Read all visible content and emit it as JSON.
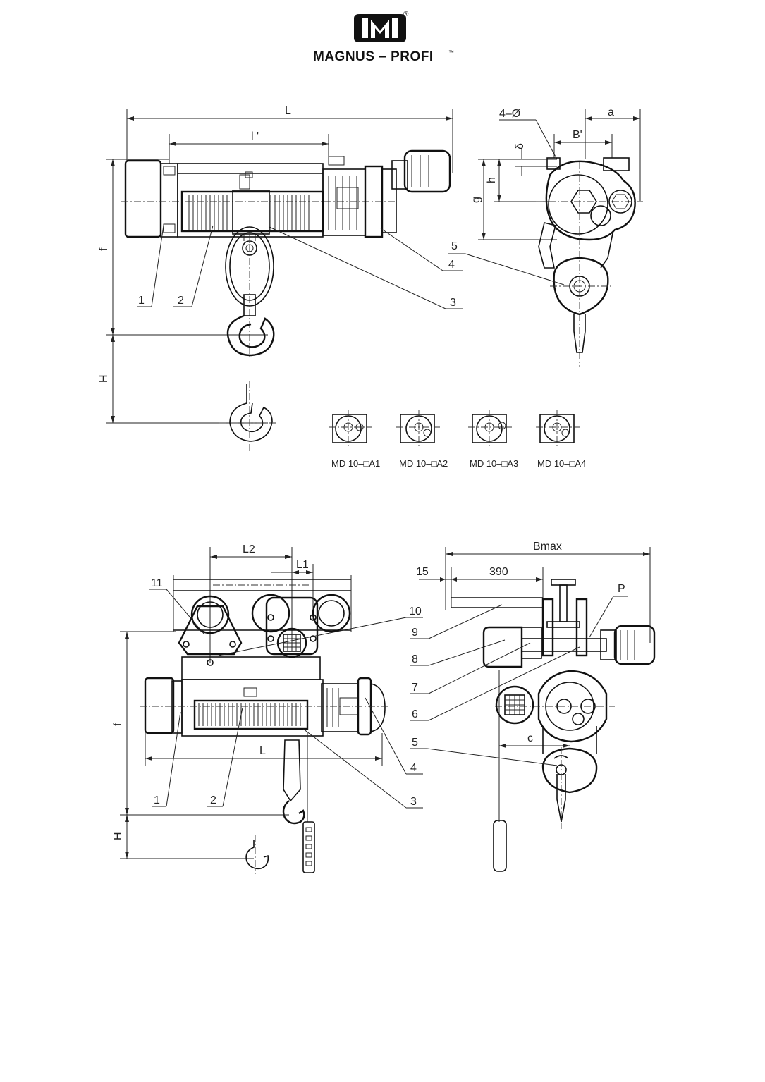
{
  "brand": {
    "name": "MAGNUS – PROFI",
    "registered_mark": "®",
    "tm_mark": "™"
  },
  "top_view": {
    "dimensions": {
      "L": "L",
      "l_prime": "l '",
      "f": "f",
      "H": "H"
    },
    "callouts": [
      "1",
      "2",
      "3",
      "4"
    ]
  },
  "top_side_view": {
    "dimensions": {
      "holes": "4–Ø",
      "a": "a",
      "B_prime": "B'",
      "delta": "δ",
      "h": "h",
      "g": "g"
    },
    "callouts": [
      "5"
    ]
  },
  "variants": [
    {
      "label": "MD 10–□A1"
    },
    {
      "label": "MD 10–□A2"
    },
    {
      "label": "MD 10–□A3"
    },
    {
      "label": "MD 10–□A4"
    }
  ],
  "bottom_view": {
    "dimensions": {
      "L2": "L2",
      "L1": "L1",
      "f": "f",
      "L": "L",
      "H": "H"
    },
    "callouts": [
      "11",
      "10",
      "1",
      "2",
      "3",
      "4"
    ]
  },
  "bottom_side_view": {
    "dimensions": {
      "Bmax": "Bmax",
      "d15": "15",
      "d390": "390",
      "P": "P",
      "c": "c"
    },
    "callouts": [
      "9",
      "8",
      "7",
      "6",
      "5"
    ]
  }
}
